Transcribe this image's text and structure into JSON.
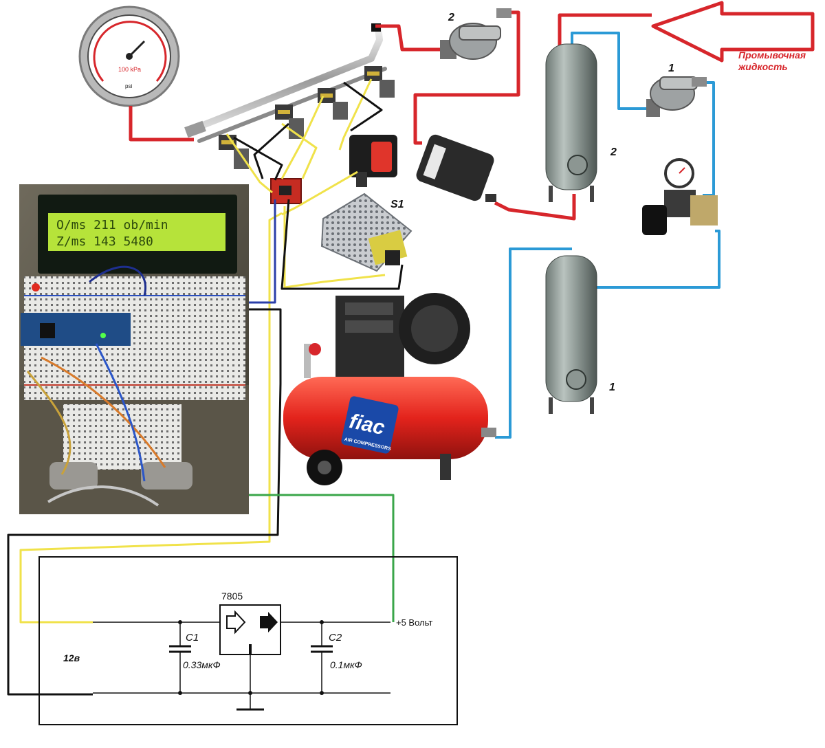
{
  "labels": {
    "flush_liquid_line1": "Промывочная",
    "flush_liquid_line2": "жидкость",
    "pump_2": "2",
    "pump_1": "1",
    "tank_2": "2",
    "tank_1": "1",
    "switch": "S1",
    "lcd_line1": "O/ms 211 ob/min",
    "lcd_line2": "Z/ms 143    5480",
    "gauge_unit": "100 kPa",
    "gauge_psi": "psi",
    "compressor_brand": "fiac",
    "compressor_sub": "AIR COMPRESSORS"
  },
  "schematic": {
    "regulator": "7805",
    "c1_name": "C1",
    "c1_value": "0.33мкФ",
    "c2_name": "C2",
    "c2_value": "0.1мкФ",
    "input_voltage": "12в",
    "output_voltage": "+5 Вольт"
  },
  "colors": {
    "fuel_line": "#d7262b",
    "air_line": "#2b9ad6",
    "wire_yellow": "#f0e24a",
    "wire_black": "#111111",
    "wire_green": "#3aa64a",
    "wire_blue": "#2a3ea8",
    "label_red": "#d7262b"
  }
}
